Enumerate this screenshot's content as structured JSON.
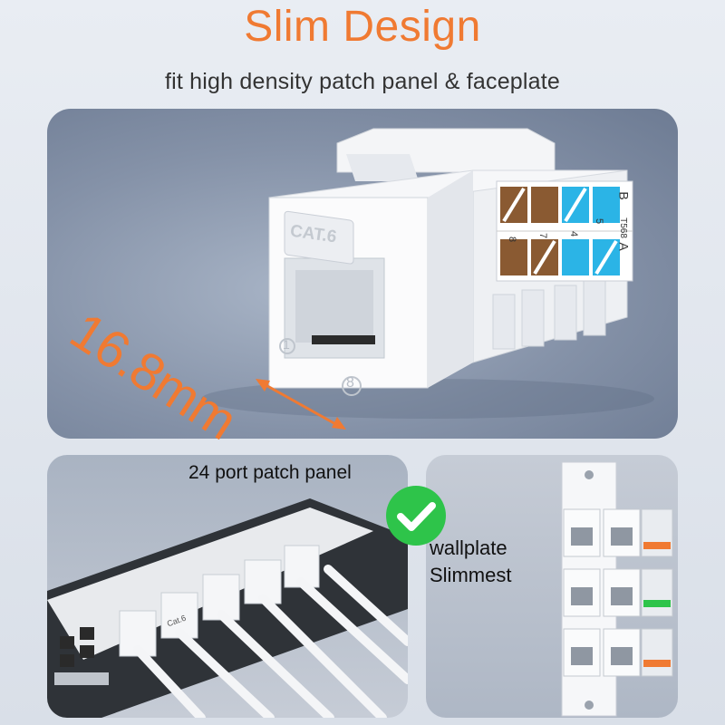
{
  "header": {
    "title": "Slim Design",
    "subtitle": "fit high density patch panel & faceplate"
  },
  "keystone": {
    "cat_label": "CAT.6",
    "pin_first": "1",
    "pin_last": "8",
    "wiring_codes": [
      "B",
      "T568",
      "A"
    ],
    "wiring_numbers": [
      "8",
      "7",
      "4",
      "5"
    ]
  },
  "dimension": {
    "label": "16.8mm"
  },
  "patch_panel": {
    "label": "24 port patch panel",
    "jack_label": "Cat.6"
  },
  "wallplate": {
    "label_line1": "wallplate",
    "label_line2": "Slimmest"
  },
  "colors": {
    "accent": "#f07a32",
    "check": "#2ec44a",
    "brown_wire": "#8a5a32",
    "blue_wire": "#2bb4e6"
  }
}
